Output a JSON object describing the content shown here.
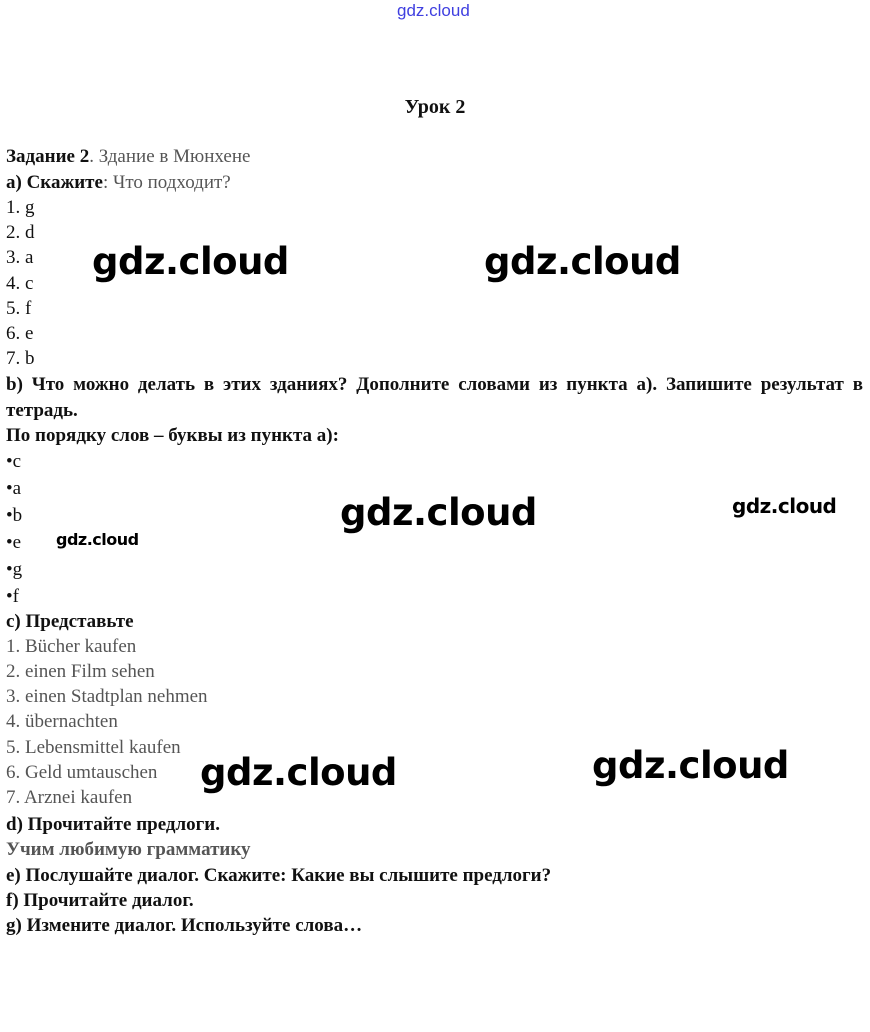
{
  "header_link": "gdz.cloud",
  "title": "Урок 2",
  "task": {
    "label": "Задание 2",
    "topic": ". Здание в Мюнхене"
  },
  "a": {
    "label": "a) Скажите",
    "rest": ": Что подходит?",
    "items": [
      "1.  g",
      "2.  d",
      "3.  a",
      "4.  c",
      "5.  f",
      "6.  e",
      "7.  b"
    ]
  },
  "b": {
    "text": "b) Что можно делать в этих зданиях? Дополните словами из пункта a). Запишите результат в тетрадь.",
    "note": "По порядку слов – буквы из пункта a):",
    "bullets": [
      "•c",
      "•a",
      "•b",
      "•e",
      "•g",
      "•f"
    ]
  },
  "c": {
    "label": "c) Представьте",
    "items": [
      "1.  Bücher kaufen",
      "2.  einen Film sehen",
      "3.  einen Stadtplan nehmen",
      "4.  übernachten",
      "5.  Lebensmittel kaufen",
      "6.  Geld umtauschen",
      "7.  Arznei kaufen"
    ]
  },
  "d": "d) Прочитайте предлоги.",
  "grammar": "Учим любимую грамматику",
  "e": "e) Послушайте диалог. Скажите: Какие вы слышите предлоги?",
  "f": "f) Прочитайте диалог.",
  "g": "g) Измените диалог. Используйте слова…",
  "watermark": "gdz.cloud"
}
